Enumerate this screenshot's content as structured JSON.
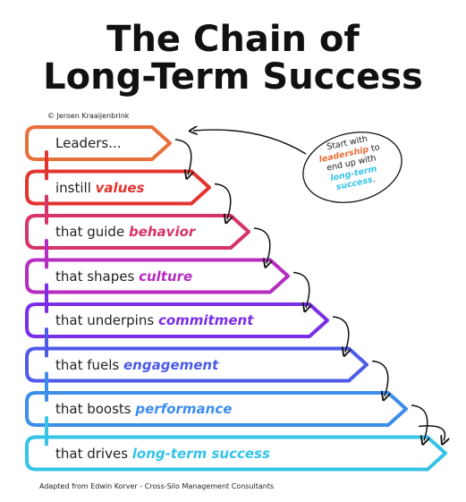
{
  "title": {
    "line1": "The Chain of",
    "line2": "Long-Term Success"
  },
  "credit": "© Jeroen Kraaijenbrink",
  "footer": "Adapted from Edwin Korver - Cross-Silo Management Consultants",
  "steps": [
    {
      "prefix": "Leaders...",
      "keyword": "",
      "color": "#E8703A"
    },
    {
      "prefix": "instill",
      "keyword": "values",
      "color": "#E3342F"
    },
    {
      "prefix": "that guide",
      "keyword": "behavior",
      "color": "#D6336C"
    },
    {
      "prefix": "that shapes",
      "keyword": "culture",
      "color": "#B62CC0"
    },
    {
      "prefix": "that underpins",
      "keyword": "commitment",
      "color": "#7A2EE6"
    },
    {
      "prefix": "that fuels",
      "keyword": "engagement",
      "color": "#4D5BE8"
    },
    {
      "prefix": "that boosts",
      "keyword": "performance",
      "color": "#3D8DEB"
    },
    {
      "prefix": "that drives",
      "keyword": "long-term success",
      "color": "#36C3E8"
    }
  ],
  "bubble": {
    "line1": "Start with",
    "word1": "leadership",
    "line2": "to",
    "line3": "end up with",
    "word2": "long-term",
    "word3": "success",
    "tail": ".",
    "word1_color": "#E8703A",
    "word2_color": "#36C3E8"
  }
}
